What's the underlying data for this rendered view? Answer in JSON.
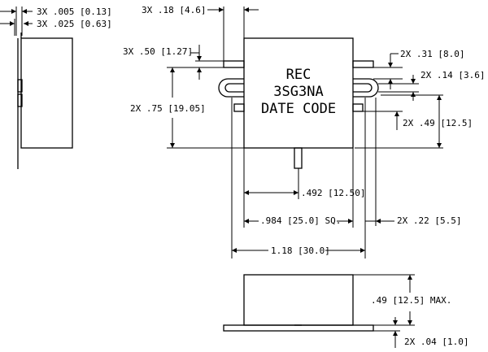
{
  "side_view": {
    "dim_top_1": "3X .005 [0.13]",
    "dim_top_2": "3X .025 [0.63]"
  },
  "top_view": {
    "dim_pin_width": "3X .18 [4.6]",
    "dim_pin_pitch": "3X .50 [1.27]",
    "dim_height_left": "2X .75 [19.05]",
    "dim_right_1": "2X .31 [8.0]",
    "dim_right_2": "2X .14 [3.6]",
    "dim_right_3": "2X .49 [12.5]",
    "body_marking": [
      "REC",
      "3SG3NA",
      "DATE CODE"
    ],
    "dim_half_body": ".492 [12.50]",
    "dim_body_sq": ".984 [25.0] SQ.",
    "dim_right_slot": "2X .22 [5.5]",
    "dim_overall": "1.18 [30.0]"
  },
  "front_view": {
    "dim_max_height": ".49 [12.5] MAX.",
    "dim_flange": "2X .04 [1.0]"
  }
}
